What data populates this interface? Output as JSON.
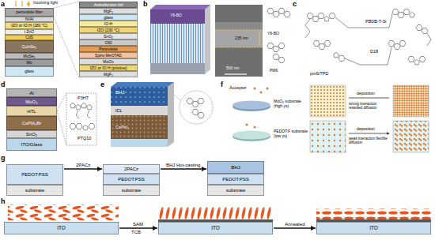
{
  "diagram": {
    "nodes": [
      {
        "text": [
          "perovskite filter"
        ]
      },
      {
        "text": [
          "Ni/Al"
        ]
      },
      {
        "text": [
          "IZO or IO:H (180 °C)"
        ]
      },
      {
        "text": [
          "i-ZnO"
        ]
      },
      {
        "text": [
          "CdS"
        ]
      },
      {
        "text": [
          "CuInSe₂"
        ]
      },
      {
        "text": [
          "MoSe₂"
        ]
      },
      {
        "text": [
          "Mo"
        ]
      },
      {
        "text": [
          "glass"
        ]
      },
      {
        "text": [
          "Antireflection foil"
        ]
      },
      {
        "text": [
          "MgF₂"
        ]
      },
      {
        "text": [
          "glass"
        ]
      },
      {
        "text": [
          "IO:H"
        ]
      },
      {
        "text": [
          "IZO (230 °C)"
        ]
      },
      {
        "text": [
          "SnO₂"
        ]
      },
      {
        "text": [
          "C60"
        ]
      },
      {
        "text": [
          "Perovskite"
        ]
      },
      {
        "text": [
          "Spiro-MeOTAD"
        ]
      },
      {
        "text": [
          "MoOx"
        ]
      },
      {
        "text": [
          "IZO or IO:H (pristine)"
        ]
      },
      {
        "text": [
          "MgF₂"
        ]
      },
      {
        "text": [
          "Al"
        ]
      },
      {
        "text": [
          "MoO₃"
        ]
      },
      {
        "text": [
          "HTL"
        ]
      },
      {
        "text": [
          "CsPbI₂Br"
        ]
      },
      {
        "text": [
          "SnO₂"
        ]
      },
      {
        "text": [
          "ITO/Glass"
        ]
      },
      {
        "text": [
          "PEDOT:PSS"
        ]
      },
      {
        "text": [
          "substrate"
        ]
      },
      {
        "text": [
          "2PACz"
        ]
      },
      {
        "text": [
          "PEDOT:PSS"
        ]
      },
      {
        "text": [
          "substrate"
        ]
      },
      {
        "text": [
          "BHJ"
        ]
      },
      {
        "text": [
          "PEDOT:PSS"
        ]
      },
      {
        "text": [
          "substrate"
        ]
      },
      {
        "text": [
          "ITO"
        ]
      },
      {
        "text": [
          "ITO"
        ]
      },
      {
        "text": [
          "ITO"
        ]
      }
    ],
    "edges": [
      {
        "from": 27,
        "to": 29,
        "arrow": "to",
        "label": "2PACz"
      },
      {
        "from": 29,
        "to": 32,
        "arrow": "to",
        "label": "BHJ Hot-casting"
      },
      {
        "from": 35,
        "to": 36,
        "arrow": "to",
        "label": "SAM"
      },
      {
        "from": 36,
        "to": 37,
        "arrow": "to",
        "label": "Annealed"
      }
    ],
    "labels": [
      "a",
      "Incoming light",
      "b",
      "Y6-BO",
      "235 nm",
      "500 nm",
      "Y6-BO",
      "PM6",
      "c",
      "PBDB-T-Si",
      "D18",
      "pm6/TPD",
      "d",
      "P3HT",
      "PTQ10",
      "e",
      "BHJ",
      "ICL",
      "CsPbI₃",
      "f",
      "Acceptor",
      "MoO₃ substrate (high γs)",
      "PEDOT:F substrate (low γs)",
      "deposition",
      "strong interaction retarded diffusion",
      "deposition",
      "weak interaction flexible diffusion",
      "g",
      "h",
      "TCB"
    ]
  }
}
